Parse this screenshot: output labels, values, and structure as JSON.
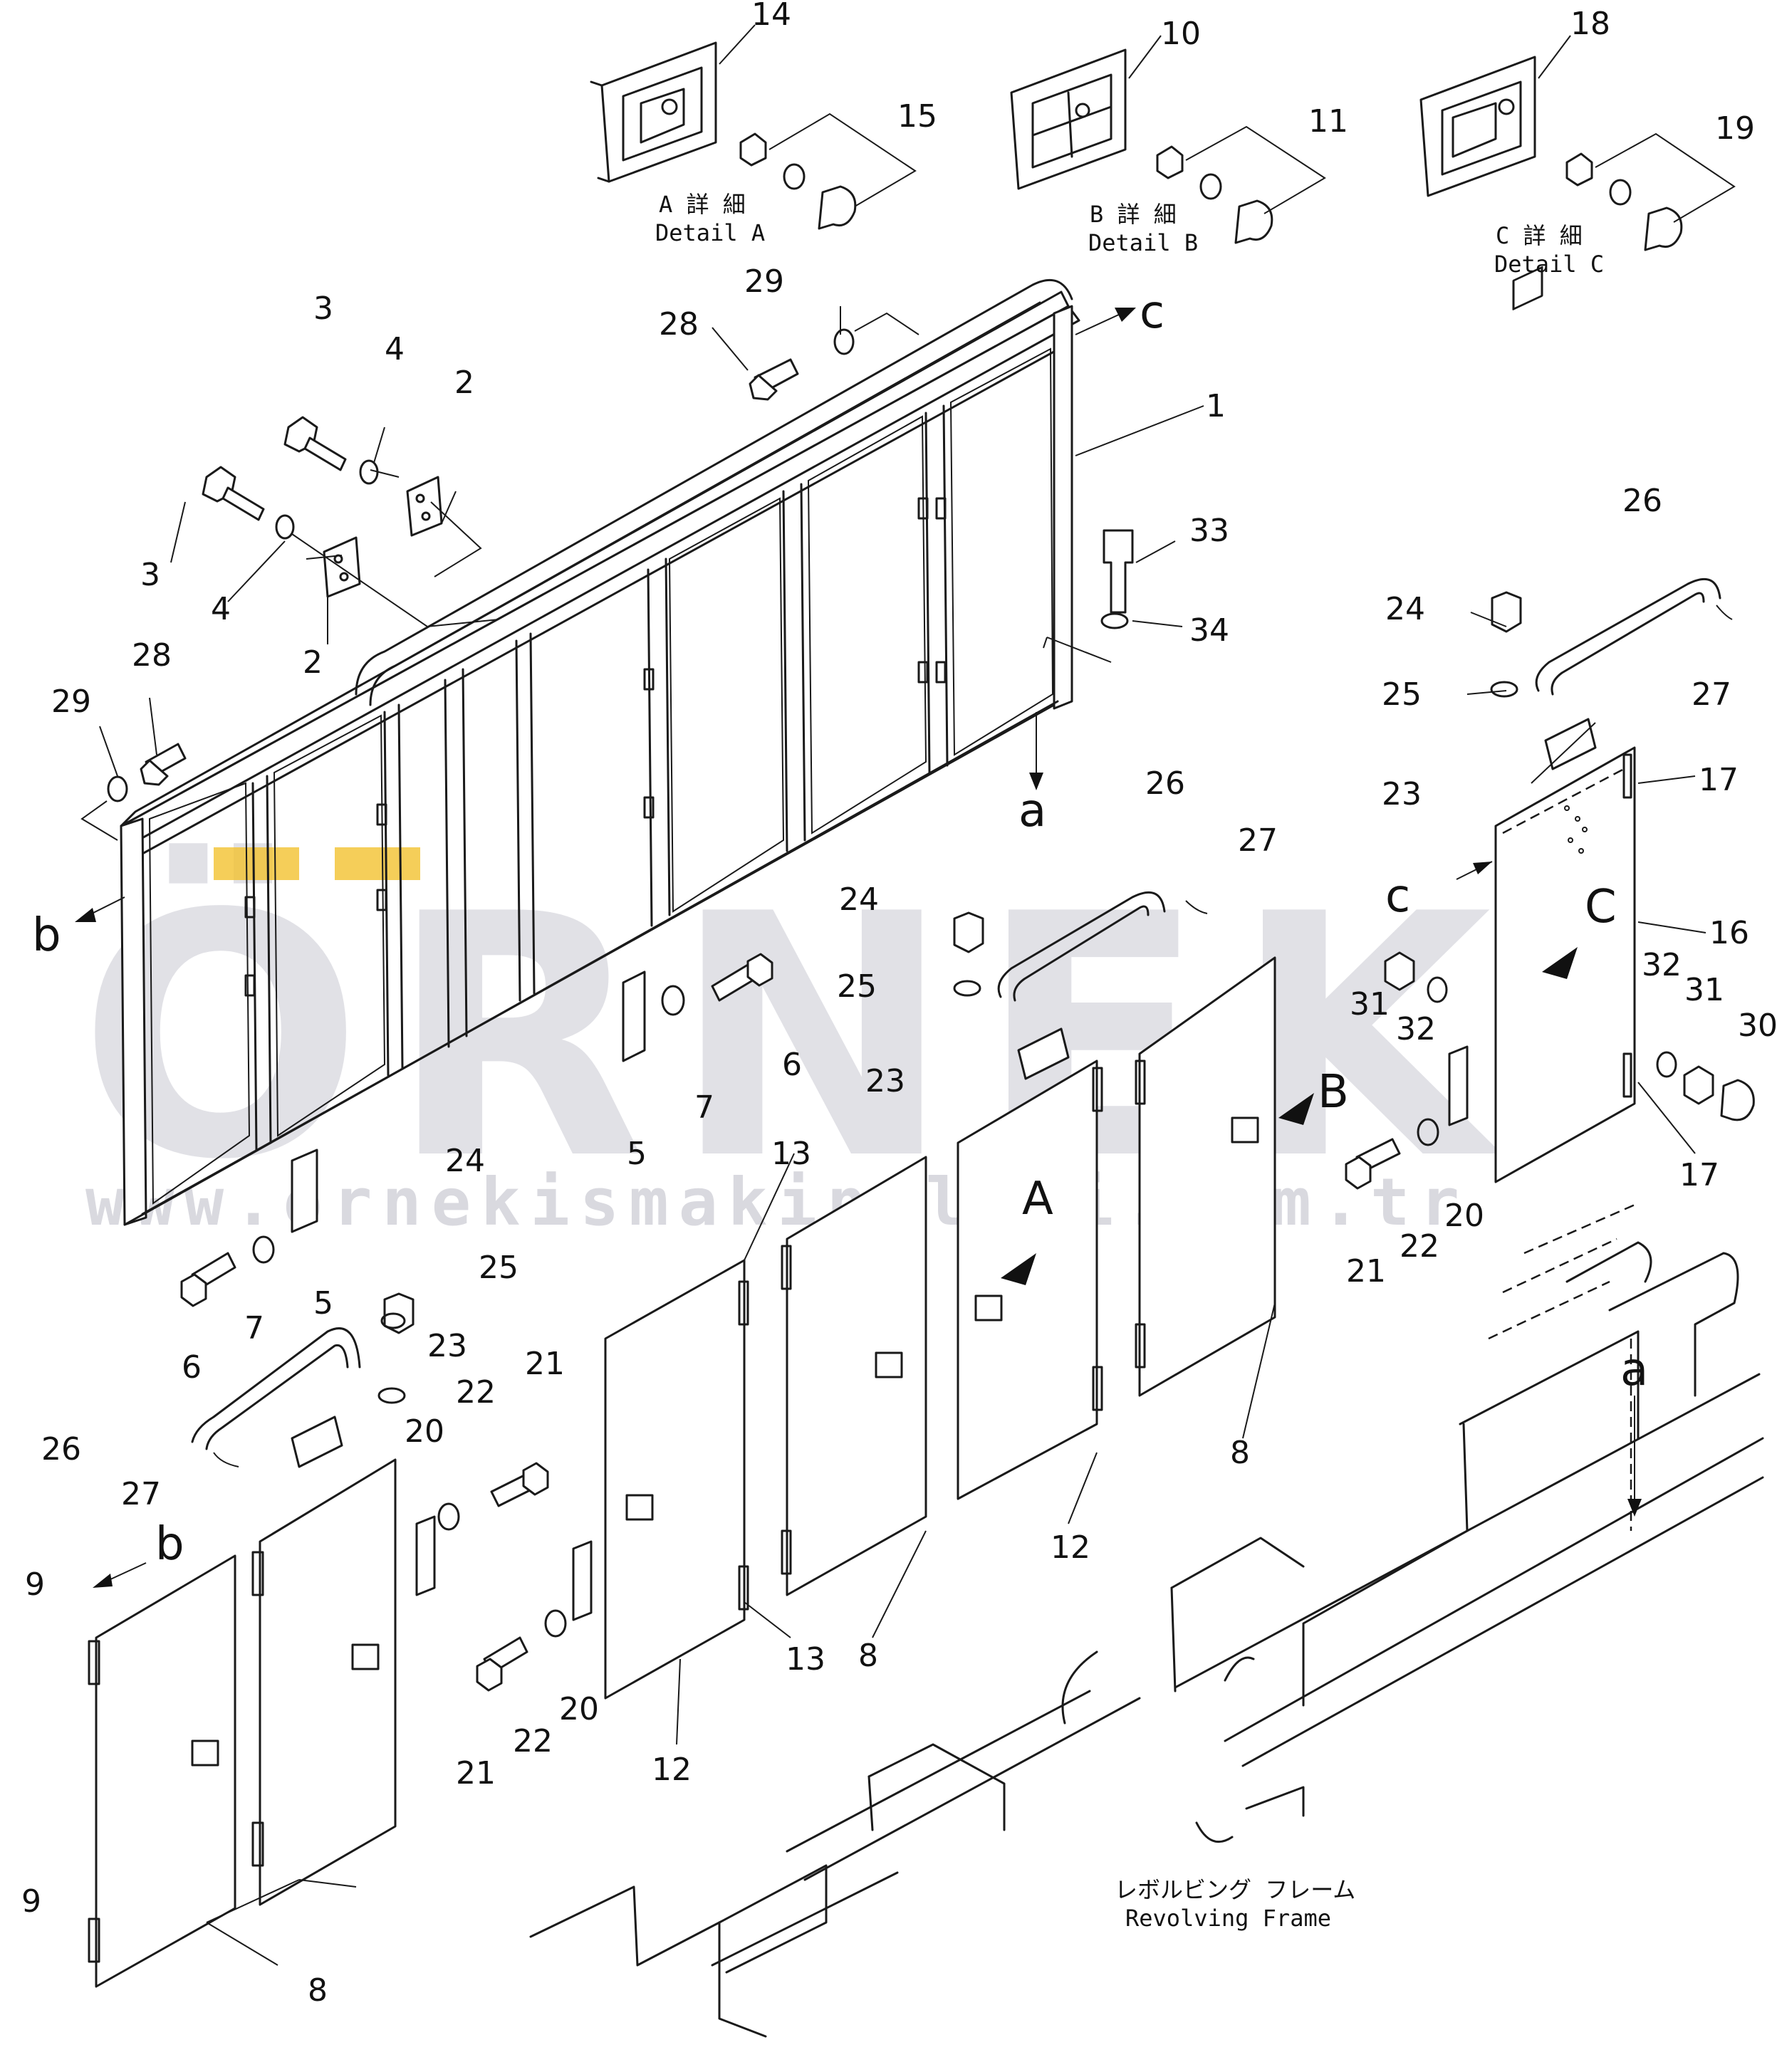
{
  "diagram": {
    "callouts": [
      "1",
      "2",
      "2",
      "3",
      "3",
      "4",
      "4",
      "5",
      "5",
      "6",
      "6",
      "7",
      "7",
      "8",
      "8",
      "8",
      "9",
      "9",
      "10",
      "11",
      "12",
      "12",
      "13",
      "13",
      "14",
      "15",
      "16",
      "17",
      "17",
      "18",
      "19",
      "20",
      "20",
      "20",
      "21",
      "21",
      "21",
      "22",
      "22",
      "22",
      "23",
      "23",
      "23",
      "24",
      "24",
      "24",
      "25",
      "25",
      "25",
      "26",
      "26",
      "26",
      "27",
      "27",
      "27",
      "28",
      "28",
      "29",
      "29",
      "30",
      "31",
      "31",
      "32",
      "32",
      "33",
      "34"
    ],
    "view_letters": [
      "a",
      "a",
      "b",
      "b",
      "c",
      "c",
      "A",
      "B",
      "C"
    ],
    "details": {
      "a_jp": "A 詳 細",
      "a_en": "Detail A",
      "b_jp": "B 詳 細",
      "b_en": "Detail B",
      "c_jp": "C 詳 細",
      "c_en": "Detail C"
    },
    "frame_label_jp": "レボルビング フレーム",
    "frame_label_en": "Revolving Frame"
  },
  "watermark": {
    "text": "ÖRNEK",
    "url": "www.ornekismakinalari.com.tr",
    "accent_color": "#f2c230",
    "color": "#c9c9d2"
  }
}
